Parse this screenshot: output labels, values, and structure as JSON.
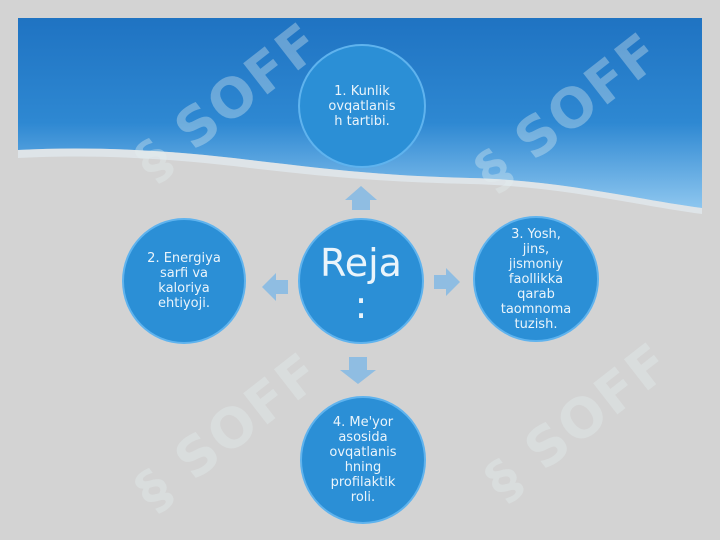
{
  "center": {
    "label": "Reja\n:"
  },
  "nodes": [
    {
      "id": "top",
      "label": "1. Kunlik\novqatlanis\nh tartibi."
    },
    {
      "id": "left",
      "label": "2. Energiya\nsarfi va\nkaloriya\nehtiyoji."
    },
    {
      "id": "right",
      "label": "3. Yosh,\njins,\njismoniy\nfaollikka\nqarab\ntaomnoma\ntuzish."
    },
    {
      "id": "bottom",
      "label": "4. Me'yor\nasosida\novqatlanis\nhning\nprofilaktik\nroli."
    }
  ],
  "watermark": {
    "text": "SOFF"
  },
  "colors": {
    "background": "#d3d3d3",
    "banner_dark": "#1f73c2",
    "banner_light": "#8dc6ef",
    "circle_fill": "#2b8fd6",
    "circle_border": "#5fb3ee",
    "arrow": "#8fbde2",
    "text": "#eaf4fb"
  }
}
